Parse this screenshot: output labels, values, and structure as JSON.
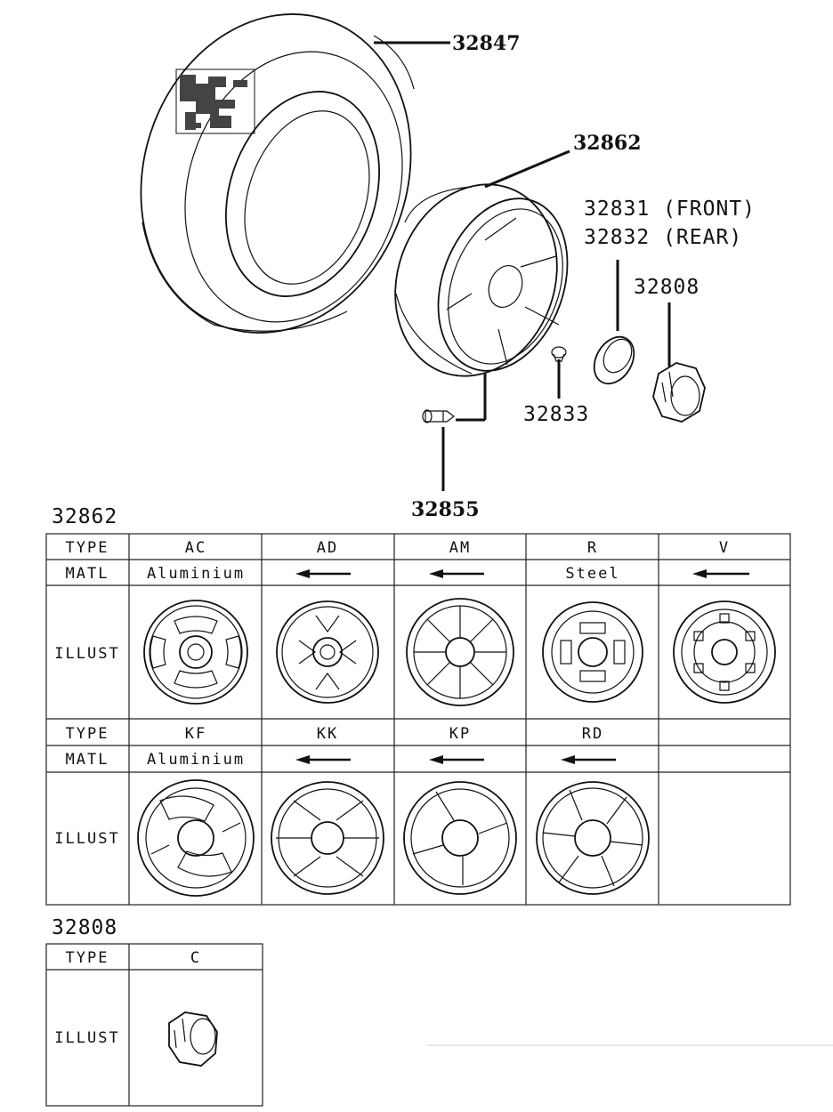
{
  "parts": {
    "tire": "32847",
    "wheel": "32862",
    "cap_front": "32831 (FRONT)",
    "cap_rear": "32832 (REAR)",
    "nut": "32808",
    "plug": "32833",
    "valve": "32855"
  },
  "table_wheel": {
    "title": "32862",
    "row_labels": {
      "type": "TYPE",
      "matl": "MATL",
      "illust": "ILLUST"
    },
    "row1_types": [
      "AC",
      "AD",
      "AM",
      "R",
      "V"
    ],
    "row1_matl": [
      "Aluminium",
      "",
      "",
      "Steel",
      ""
    ],
    "row2_types": [
      "KF",
      "KK",
      "KP",
      "RD",
      ""
    ],
    "row2_matl": [
      "Aluminium",
      "",
      "",
      "",
      ""
    ]
  },
  "table_nut": {
    "title": "32808",
    "row_labels": {
      "type": "TYPE",
      "illust": "ILLUST"
    },
    "types": [
      "C"
    ]
  }
}
